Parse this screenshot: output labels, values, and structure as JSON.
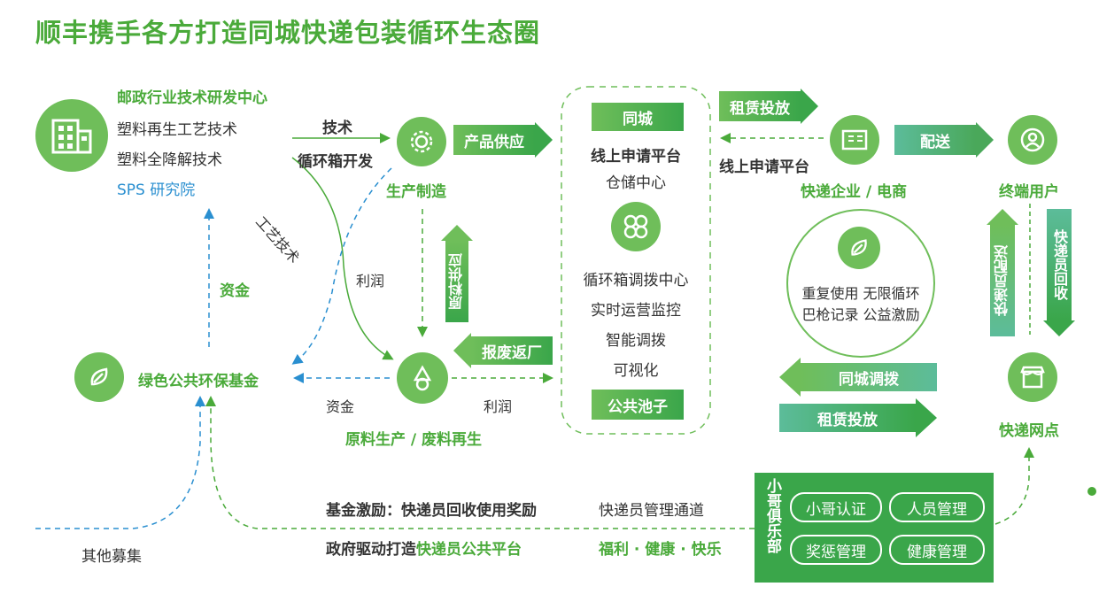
{
  "title": "顺丰携手各方打造同城快递包装循环生态圈",
  "postal": {
    "name": "邮政行业技术研发中心",
    "items": [
      "塑料再生工艺技术",
      "塑料全降解技术"
    ],
    "sps": "SPS 研究院"
  },
  "links": {
    "tech": "技术",
    "box_dev": "循环箱开发",
    "craft_tech": "工艺技术",
    "profit": "利润",
    "fund": "资金",
    "fund2": "资金",
    "profit2": "利润",
    "online_platform": "线上申请平台",
    "other_raise": "其他募集"
  },
  "manufacturing": {
    "label": "生产制造"
  },
  "product_supply": "产品供应",
  "material_supply": "原料供应",
  "scrap_return": "报废返厂",
  "raw_material": {
    "label": "原料生产 / 废料再生"
  },
  "green_fund": {
    "label": "绿色公共环保基金"
  },
  "pool": {
    "top_tag": "同城",
    "online_platform": "线上申请平台",
    "storage": "仓储中心",
    "items": [
      "循环箱调拨中心",
      "实时运营监控",
      "智能调拨",
      "可视化"
    ],
    "bottom_tag": "公共池子"
  },
  "rental_top": "租赁投放",
  "courier_company": {
    "label": "快递企业 / 电商"
  },
  "delivery": "配送",
  "end_user": {
    "label": "终端用户"
  },
  "courier_delivery": "快递员配送",
  "courier_recycle": "快递员回收",
  "eco_circle": {
    "line1": "重复使用 无限循环",
    "line2": "巴枪记录 公益激励"
  },
  "city_transfer": "同城调拨",
  "rental_bottom": "租赁投放",
  "network": {
    "label": "快递网点"
  },
  "bottom": {
    "incentive": "基金激励：快递员回收使用奖励",
    "mgmt_channel": "快递员管理通道",
    "gov_prefix": "政府驱动打造",
    "gov_highlight": "快递员公共平台",
    "welfare": "福利 · 健康 · 快乐"
  },
  "club": {
    "name": "小哥俱乐部",
    "pills": [
      "小哥认证",
      "人员管理",
      "奖惩管理",
      "健康管理"
    ]
  },
  "colors": {
    "green": "#4aaa3a",
    "light_green": "#6fbe5a",
    "blue": "#2a8fd0"
  }
}
